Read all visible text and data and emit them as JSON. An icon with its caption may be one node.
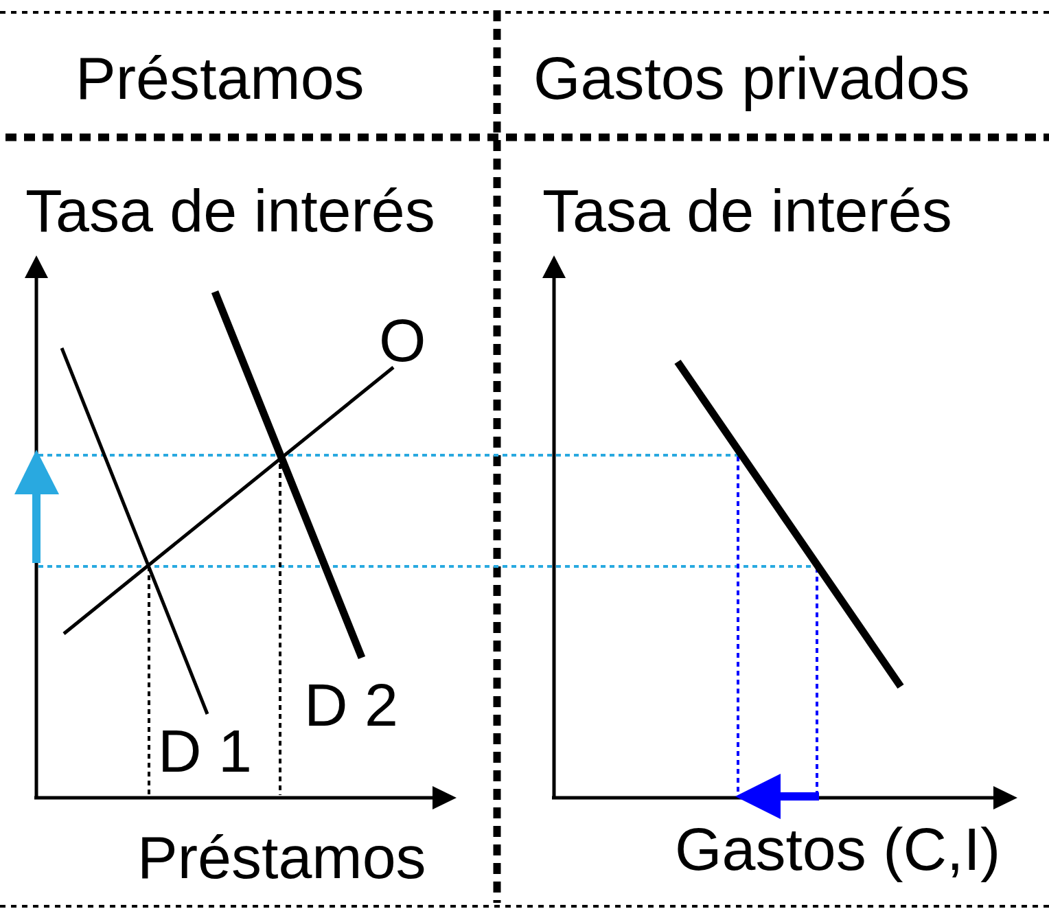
{
  "diagram": {
    "labels": [
      "Préstamos",
      "Gastos privados",
      "Tasa de interés",
      "Tasa de interés",
      "O",
      "D 2",
      "D 1",
      "Préstamos",
      "Gastos (C,I)"
    ]
  }
}
